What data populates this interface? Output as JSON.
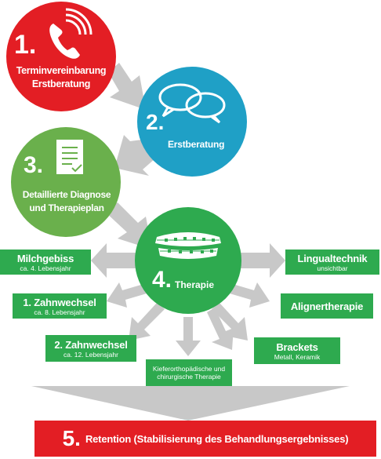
{
  "colors": {
    "red": "#e31e24",
    "blue": "#1fa0c6",
    "green": "#2eaa4f",
    "darkgreen": "#1e8d3f",
    "arrow_gray": "#c8c8c8"
  },
  "steps": [
    {
      "number": "1.",
      "label_line1": "Terminvereinbarung",
      "label_line2": "Erstberatung",
      "icon": "phone-icon"
    },
    {
      "number": "2.",
      "label": "Erstberatung",
      "icon": "speech-bubbles-icon"
    },
    {
      "number": "3.",
      "label_line1": "Detaillierte Diagnose",
      "label_line2": "und Therapieplan",
      "icon": "clipboard-checklist-icon"
    },
    {
      "number": "4.",
      "label": "Therapie",
      "icon": "braces-teeth-icon"
    },
    {
      "number": "5.",
      "label": "Retention (Stabilisierung des Behandlungsergebnisses)"
    }
  ],
  "therapy_options": {
    "milchgebiss": {
      "title": "Milchgebiss",
      "subtitle": "ca. 4. Lebensjahr"
    },
    "zahnwechsel1": {
      "title": "1. Zahnwechsel",
      "subtitle": "ca. 8. Lebensjahr"
    },
    "zahnwechsel2": {
      "title": "2. Zahnwechsel",
      "subtitle": "ca. 12. Lebensjahr"
    },
    "kiefer": {
      "line1": "Kieferorthopädische und",
      "line2": "chirurgische Therapie"
    },
    "lingual": {
      "title": "Lingualtechnik",
      "subtitle": "unsichtbar"
    },
    "aligner": {
      "title": "Alignertherapie"
    },
    "brackets": {
      "title": "Brackets",
      "subtitle": "Metall, Keramik"
    }
  }
}
